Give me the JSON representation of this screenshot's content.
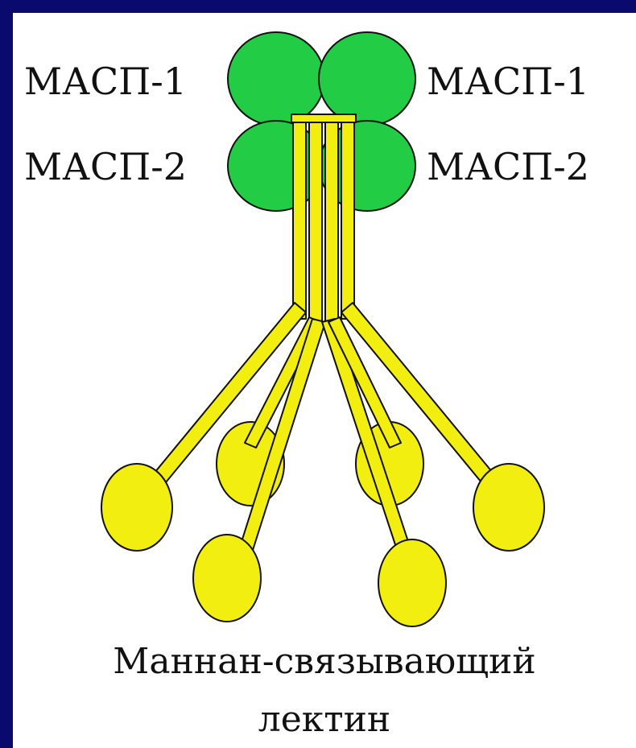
{
  "labels": {
    "masp1_left": "МАСП-1",
    "masp1_right": "МАСП-1",
    "masp2_left": "МАСП-2",
    "masp2_right": "МАСП-2"
  },
  "caption": {
    "line1": "Маннан-связывающий",
    "line2": "лектин"
  },
  "colors": {
    "background": "#0a0a6e",
    "panel": "#ffffff",
    "protease": "#22cc44",
    "lectin": "#f2ee10",
    "outline": "#111111"
  }
}
